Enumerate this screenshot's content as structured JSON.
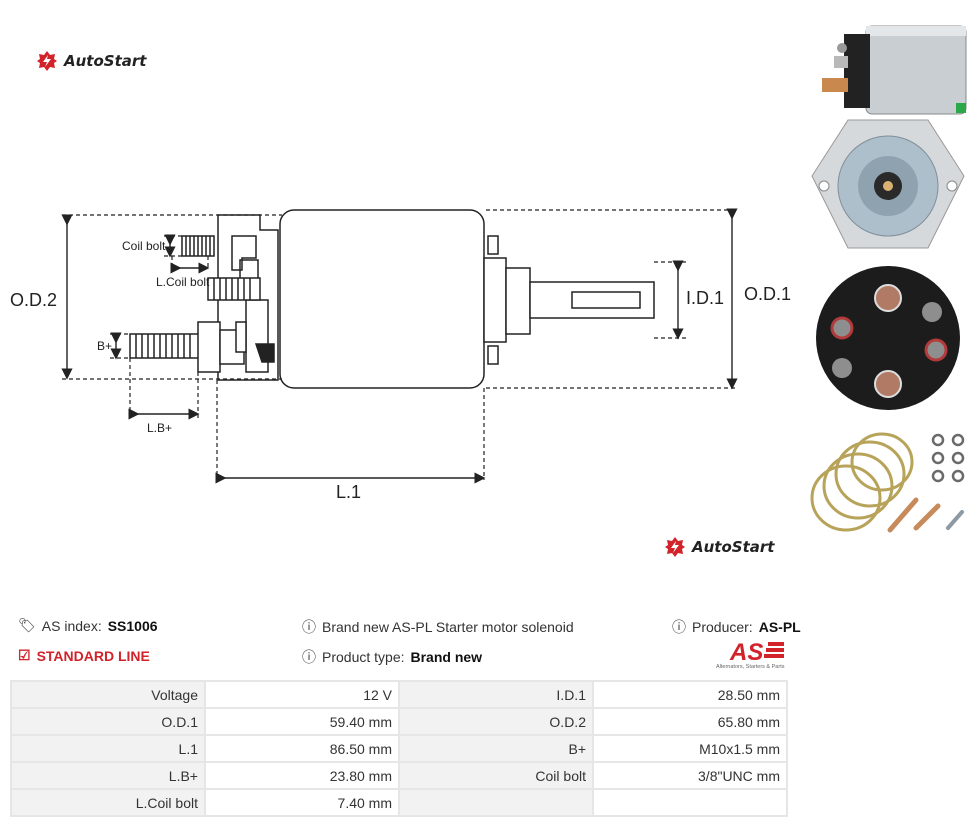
{
  "brand": {
    "name": "AutoStart",
    "color": "#d2222a"
  },
  "diagram": {
    "labels": {
      "coil_bolt": "Coil bolt",
      "l_coil_bolt": "L.Coil bolt",
      "od2": "O.D.2",
      "b_plus": "B+",
      "lb_plus": "L.B+",
      "l1": "L.1",
      "id1": "I.D.1",
      "od1": "O.D.1"
    }
  },
  "info": {
    "as_index_label": "AS index:",
    "as_index_value": "SS1006",
    "line": "STANDARD LINE",
    "description": "Brand new AS-PL Starter motor solenoid",
    "product_type_label": "Product type:",
    "product_type_value": "Brand new",
    "producer_label": "Producer:",
    "producer_value": "AS-PL",
    "as_logo_tagline": "Alternators, Starters & Parts"
  },
  "specs": [
    {
      "l1": "Voltage",
      "v1": "12 V",
      "l2": "I.D.1",
      "v2": "28.50 mm"
    },
    {
      "l1": "O.D.1",
      "v1": "59.40 mm",
      "l2": "O.D.2",
      "v2": "65.80 mm"
    },
    {
      "l1": "L.1",
      "v1": "86.50 mm",
      "l2": "B+",
      "v2": "M10x1.5 mm"
    },
    {
      "l1": "L.B+",
      "v1": "23.80 mm",
      "l2": "Coil bolt",
      "v2": "3/8\"UNC mm"
    },
    {
      "l1": "L.Coil bolt",
      "v1": "7.40 mm",
      "l2": "",
      "v2": ""
    }
  ]
}
